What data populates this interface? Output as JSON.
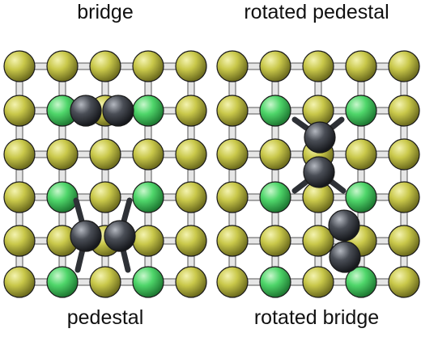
{
  "labels": {
    "bridge": "bridge",
    "rotated_pedestal": "rotated pedestal",
    "pedestal": "pedestal",
    "rotated_bridge": "rotated bridge"
  },
  "colors": {
    "background": "#ffffff",
    "substrate_atom": "#c9c84a",
    "highlighted_atom": "#4fd66a",
    "adsorbate_atom": "#4a4e56",
    "lattice_bond": "#e6e6e6",
    "adsorbate_bond": "#2e3136",
    "outline": "#1a1a1a"
  },
  "atom_types": [
    "substrate-atom",
    "highlighted-substrate-atom",
    "adsorbate-atom"
  ]
}
